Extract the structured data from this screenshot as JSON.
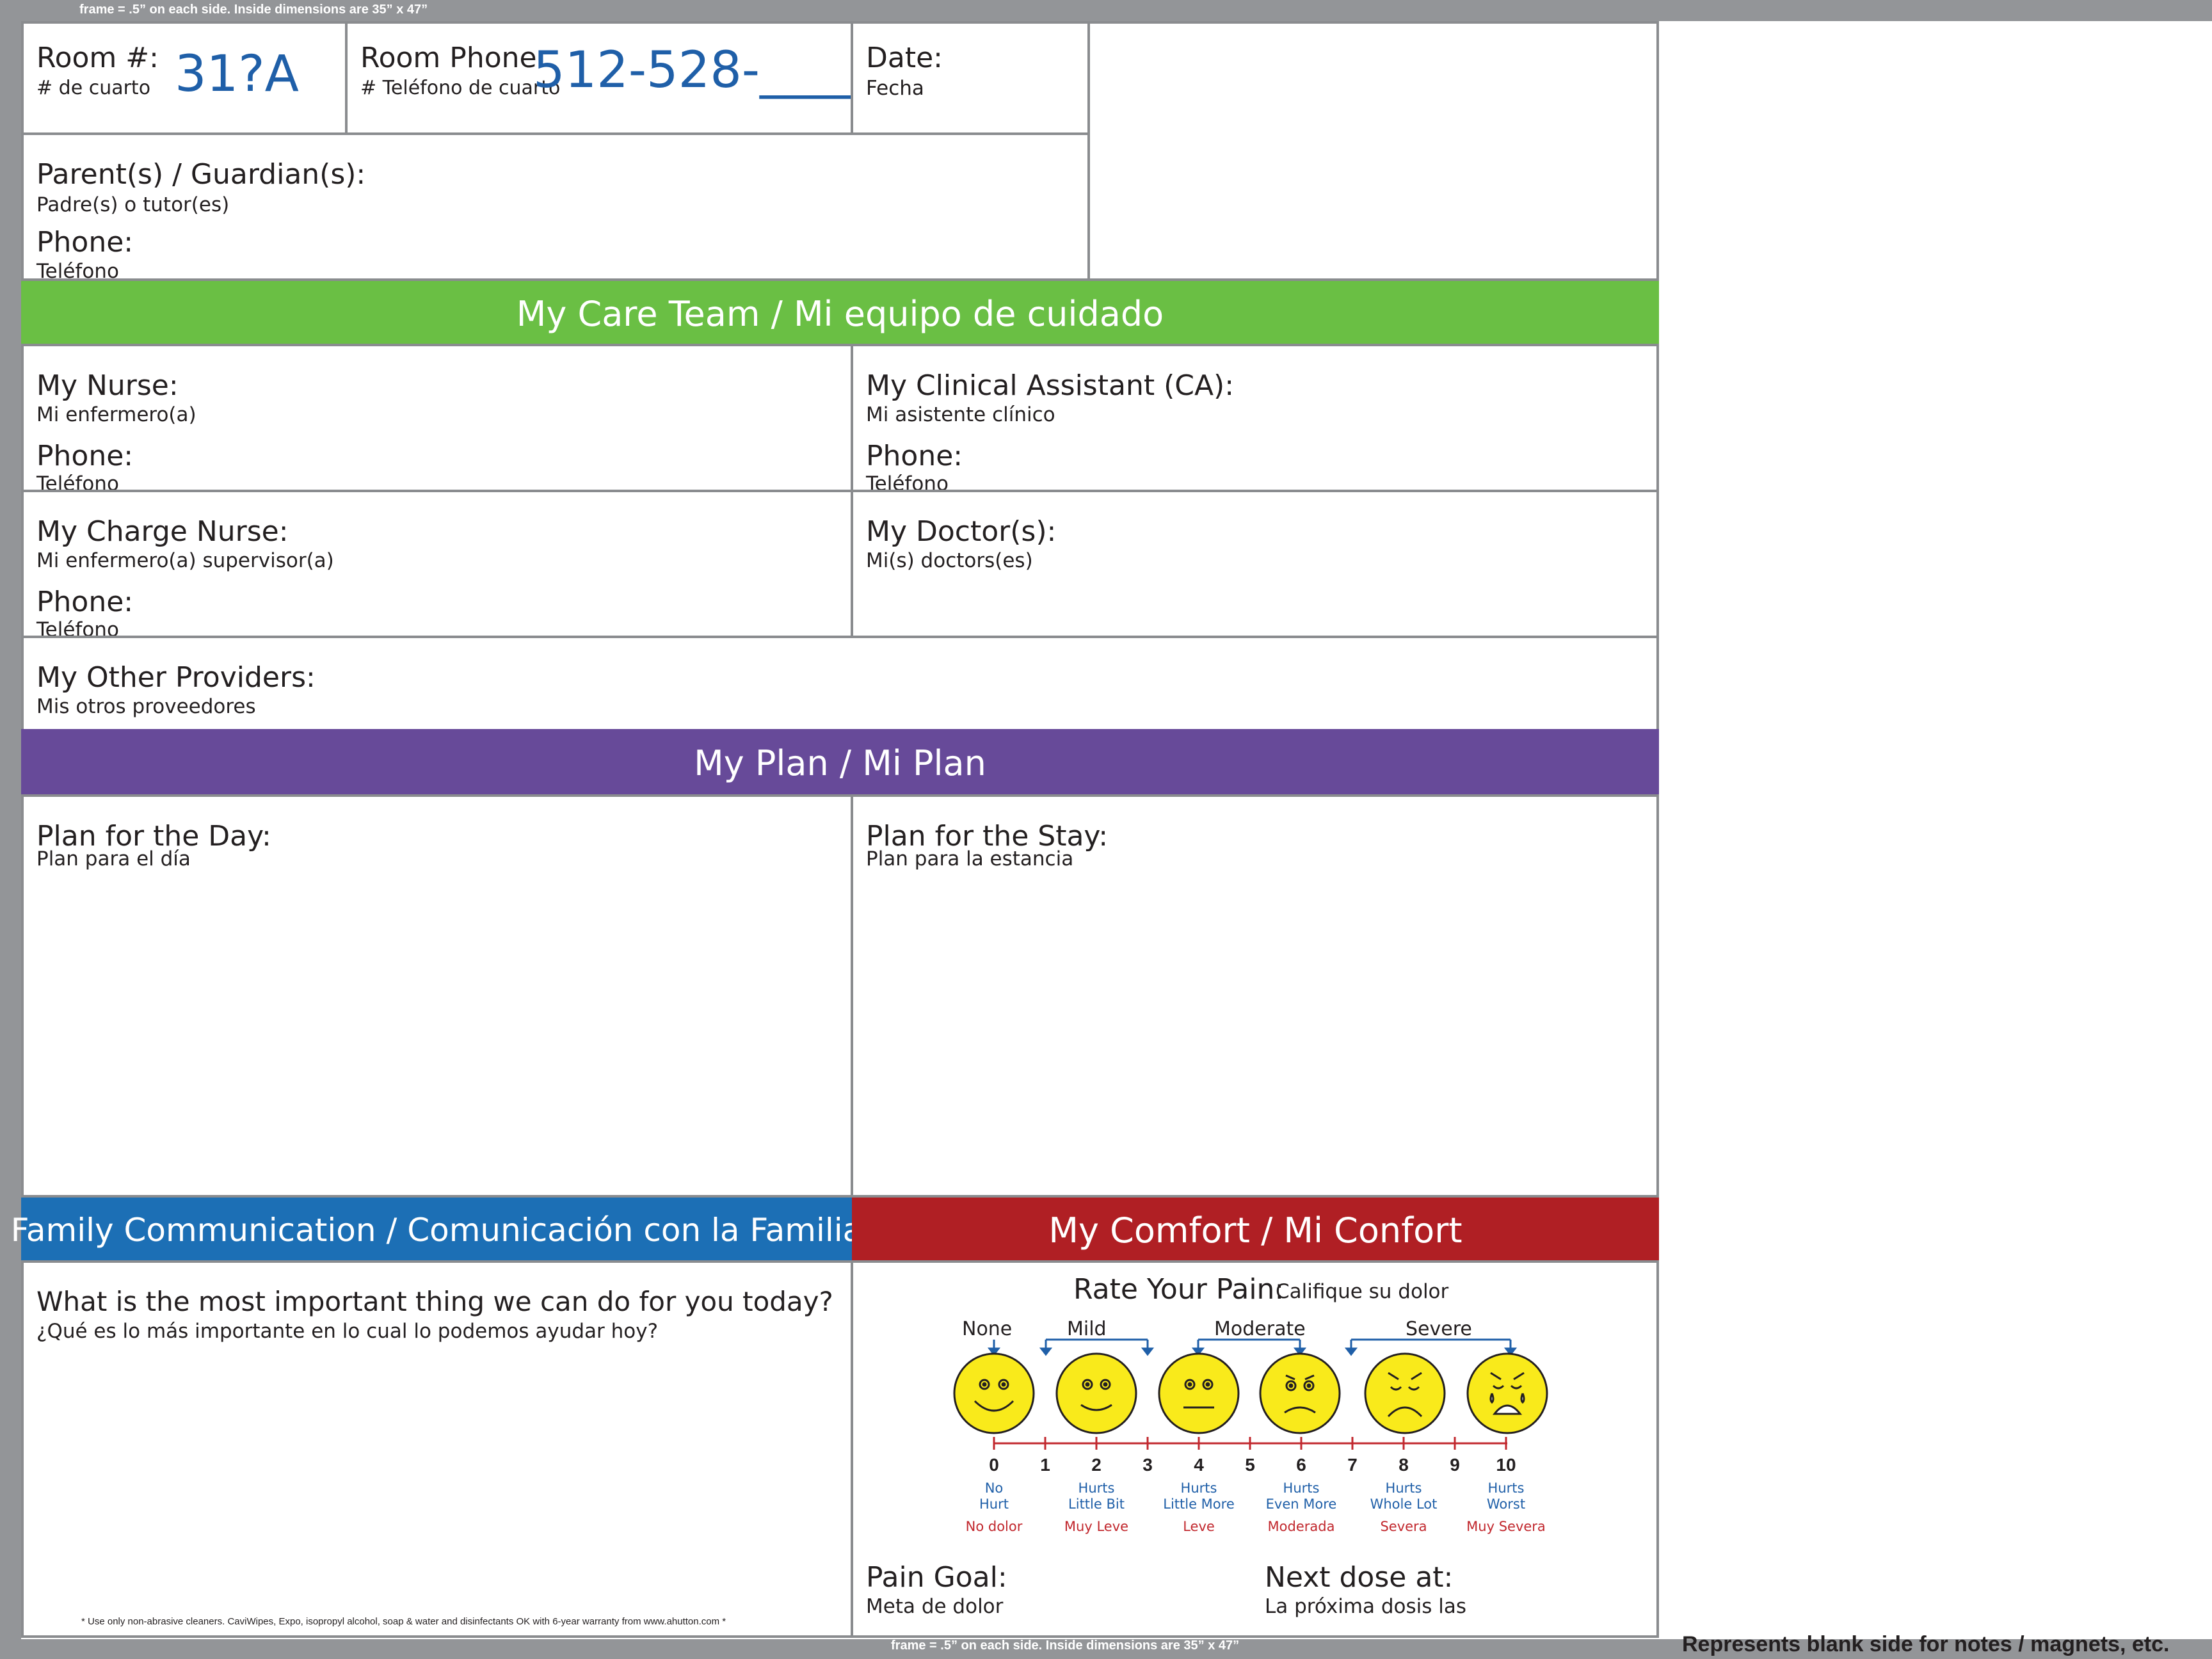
{
  "frame": {
    "top_note": "frame = .5” on each side. Inside dimensions are 35” x 47”",
    "bottom_note": "frame = .5” on each side. Inside dimensions are 35” x 47”",
    "right_note": "Represents blank side for notes / magnets, etc."
  },
  "header": {
    "room_label": "Room #:",
    "room_sub": "# de cuarto",
    "room_value": "31?A",
    "phone_label": "Room Phone:",
    "phone_sub": "# Teléfono de cuarto",
    "phone_value": "512-528-____",
    "date_label": "Date:",
    "date_sub": "Fecha",
    "guardian_label": "Parent(s) / Guardian(s):",
    "guardian_sub": "Padre(s) o tutor(es)",
    "guardian_phone_label": "Phone:",
    "guardian_phone_sub": "Teléfono"
  },
  "care_team": {
    "title": "My Care Team / Mi equipo de cuidado",
    "nurse_label": "My Nurse:",
    "nurse_sub": "Mi enfermero(a)",
    "nurse_phone_label": "Phone:",
    "nurse_phone_sub": "Teléfono",
    "ca_label": "My Clinical Assistant (CA):",
    "ca_sub": "Mi asistente clínico",
    "ca_phone_label": "Phone:",
    "ca_phone_sub": "Teléfono",
    "charge_label": "My Charge Nurse:",
    "charge_sub": "Mi enfermero(a) supervisor(a)",
    "charge_phone_label": "Phone:",
    "charge_phone_sub": "Teléfono",
    "doctor_label": "My Doctor(s):",
    "doctor_sub": "Mi(s) doctors(es)",
    "other_label": "My Other Providers:",
    "other_sub": "Mis otros proveedores"
  },
  "plan": {
    "title": "My Plan / Mi Plan",
    "day_label": "Plan for the Day:",
    "day_sub": "Plan para el día",
    "stay_label": "Plan for the Stay:",
    "stay_sub": "Plan para la estancia"
  },
  "family": {
    "title": "Family Communication / Comunicación con la Familia",
    "question": "What is the most important thing we can do for you today?",
    "question_sub": "¿Qué es lo más importante en lo cual lo podemos ayudar hoy?",
    "cleaning_note": "* Use only non-abrasive cleaners. CaviWipes, Expo, isopropyl alcohol, soap & water and disinfectants OK with 6-year warranty from www.ahutton.com *"
  },
  "comfort": {
    "title": "My Comfort / Mi Confort",
    "rate_label": "Rate Your Pain:",
    "rate_sub": "Califique su dolor",
    "categories": [
      "None",
      "Mild",
      "Moderate",
      "Severe"
    ],
    "scale_numbers": [
      "0",
      "1",
      "2",
      "3",
      "4",
      "5",
      "6",
      "7",
      "8",
      "9",
      "10"
    ],
    "faces": [
      {
        "en": "No\nHurt",
        "es": "No dolor"
      },
      {
        "en": "Hurts\nLittle Bit",
        "es": "Muy Leve"
      },
      {
        "en": "Hurts\nLittle More",
        "es": "Leve"
      },
      {
        "en": "Hurts\nEven More",
        "es": "Moderada"
      },
      {
        "en": "Hurts\nWhole Lot",
        "es": "Severa"
      },
      {
        "en": "Hurts\nWorst",
        "es": "Muy Severa"
      }
    ],
    "goal_label": "Pain Goal:",
    "goal_sub": "Meta de dolor",
    "dose_label": "Next dose at:",
    "dose_sub": "La próxima dosis las"
  },
  "colors": {
    "green": "#6abf44",
    "purple": "#674a99",
    "blue": "#1c6fb5",
    "red": "#b01f24",
    "face_yellow": "#f9ea1b",
    "scale_red": "#c1272d"
  }
}
